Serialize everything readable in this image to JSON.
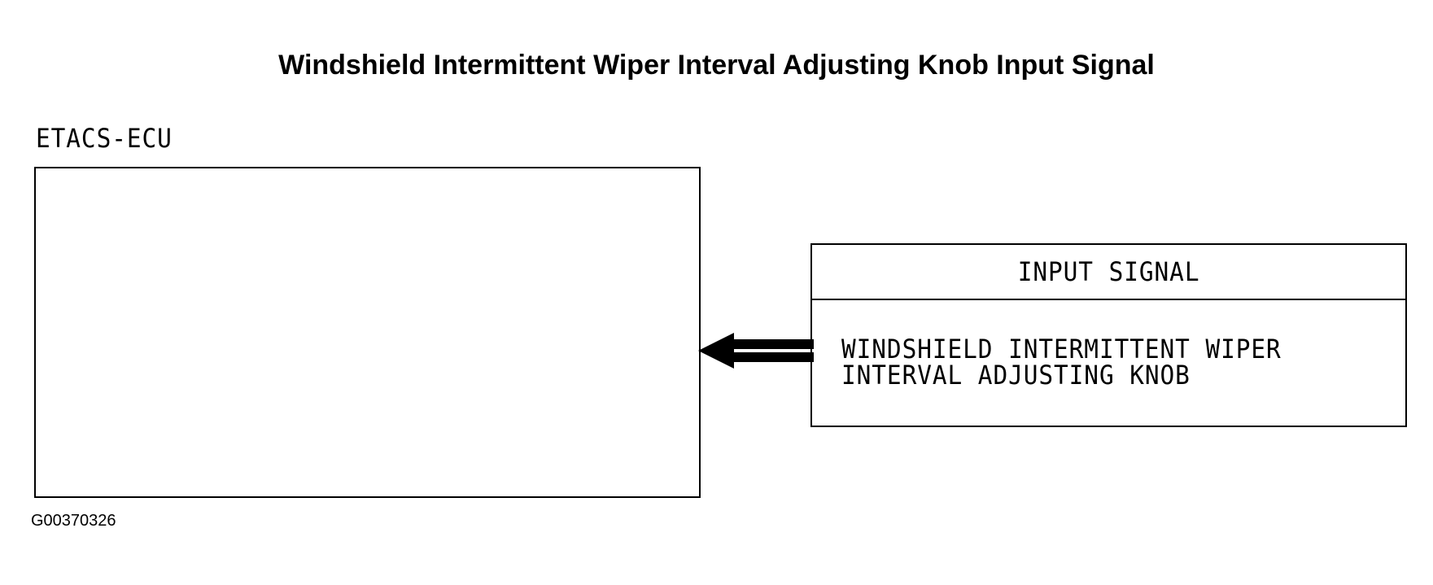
{
  "diagram": {
    "title": "Windshield Intermittent Wiper Interval Adjusting Knob Input Signal",
    "ecu": {
      "label": "ETACS-ECU"
    },
    "input_signal": {
      "header": "INPUT SIGNAL",
      "lines": [
        "WINDSHIELD INTERMITTENT WIPER",
        "INTERVAL ADJUSTING KNOB"
      ]
    },
    "arrow": {
      "direction": "left",
      "color": "#000000"
    },
    "figure_id": "G00370326"
  }
}
